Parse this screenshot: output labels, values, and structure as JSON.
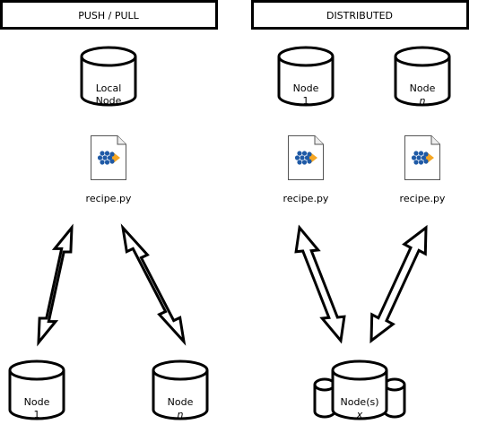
{
  "panels": {
    "left": {
      "title": "PUSH / PULL",
      "top_node": {
        "line1": "Local",
        "line2": "Node"
      },
      "file": {
        "label": "recipe.py"
      },
      "bottom_nodes": [
        {
          "line1": "Node",
          "line2": "1"
        },
        {
          "line1": "Node",
          "line2": "n"
        }
      ]
    },
    "right": {
      "title": "DISTRIBUTED",
      "top_nodes": [
        {
          "line1": "Node",
          "line2": "1"
        },
        {
          "line1": "Node",
          "line2": "n"
        }
      ],
      "files": [
        {
          "label": "recipe.py"
        },
        {
          "label": "recipe.py"
        }
      ],
      "cluster": {
        "line1": "Node(s)",
        "line2": "x"
      }
    }
  },
  "colors": {
    "stroke": "#000000",
    "fill": "#ffffff",
    "logo_blue": "#1f5aa6",
    "logo_orange": "#f5a623"
  },
  "icons": {
    "file": "python-file-icon",
    "database": "database-cylinder-icon",
    "arrow": "double-headed-arrow-icon"
  }
}
